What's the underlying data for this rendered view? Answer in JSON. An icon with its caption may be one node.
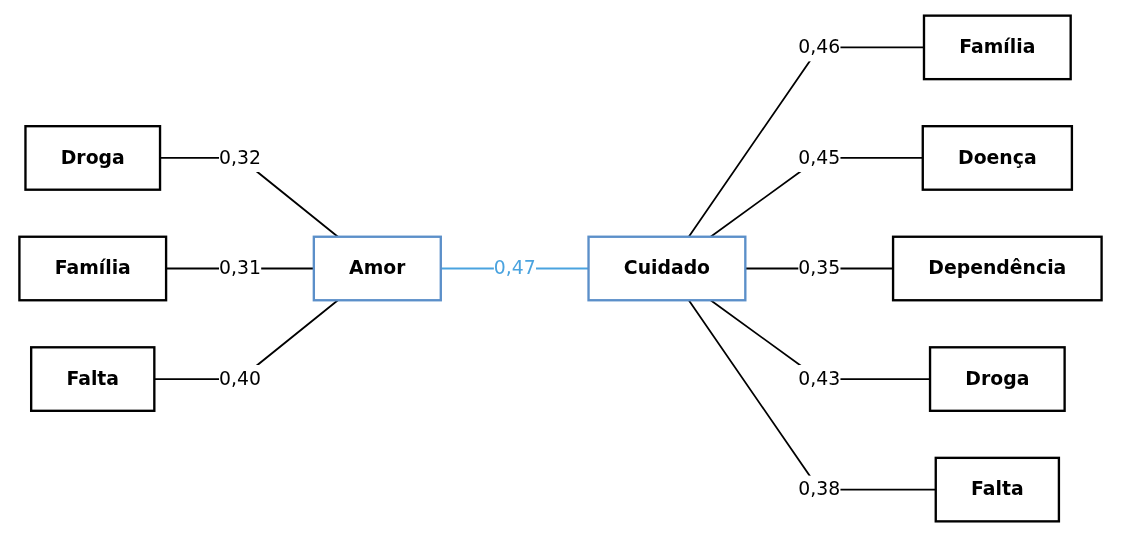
{
  "diagram": {
    "nodes": [
      {
        "text": [
          "Família"
        ]
      },
      {
        "text": [
          "Droga"
        ]
      },
      {
        "text": [
          "Doença"
        ]
      },
      {
        "text": [
          "Família"
        ]
      },
      {
        "text": [
          "Amor"
        ]
      },
      {
        "text": [
          "Cuidado"
        ]
      },
      {
        "text": [
          "Dependência"
        ]
      },
      {
        "text": [
          "Falta"
        ]
      },
      {
        "text": [
          "Droga"
        ]
      },
      {
        "text": [
          "Falta"
        ]
      }
    ],
    "edges": [
      {
        "from": 1,
        "to": 4,
        "arrow": "none",
        "label": "0,32"
      },
      {
        "from": 3,
        "to": 4,
        "arrow": "none",
        "label": "0,31"
      },
      {
        "from": 7,
        "to": 4,
        "arrow": "none",
        "label": "0,40"
      },
      {
        "from": 4,
        "to": 5,
        "arrow": "none",
        "label": "0,47",
        "color": "#4aa3df"
      },
      {
        "from": 5,
        "to": 0,
        "arrow": "none",
        "label": "0,46"
      },
      {
        "from": 5,
        "to": 2,
        "arrow": "none",
        "label": "0,45"
      },
      {
        "from": 5,
        "to": 6,
        "arrow": "none",
        "label": "0,35"
      },
      {
        "from": 5,
        "to": 8,
        "arrow": "none",
        "label": "0,43"
      },
      {
        "from": 5,
        "to": 9,
        "arrow": "none",
        "label": "0,38"
      }
    ]
  }
}
